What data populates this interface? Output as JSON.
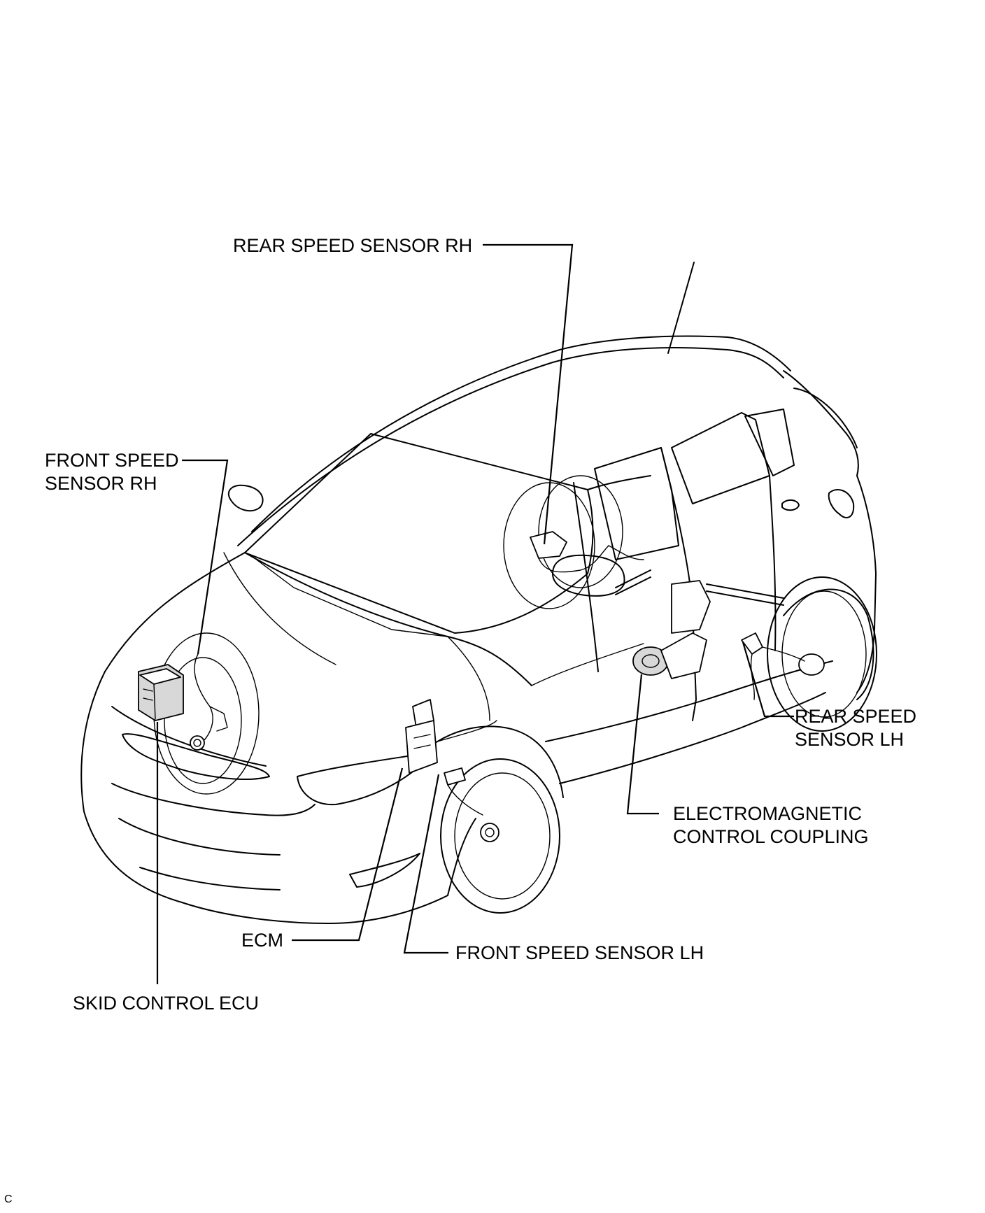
{
  "labels": {
    "rear_speed_sensor_rh": "REAR SPEED SENSOR RH",
    "front_speed_sensor_rh_line1": "FRONT SPEED",
    "front_speed_sensor_rh_line2": "SENSOR RH",
    "rear_speed_sensor_lh_line1": "REAR SPEED",
    "rear_speed_sensor_lh_line2": "SENSOR LH",
    "electromagnetic_control_coupling_line1": "ELECTROMAGNETIC",
    "electromagnetic_control_coupling_line2": "CONTROL COUPLING",
    "ecm": "ECM",
    "front_speed_sensor_lh": "FRONT SPEED SENSOR LH",
    "skid_control_ecu": "SKID CONTROL ECU"
  },
  "corner_mark": "C"
}
